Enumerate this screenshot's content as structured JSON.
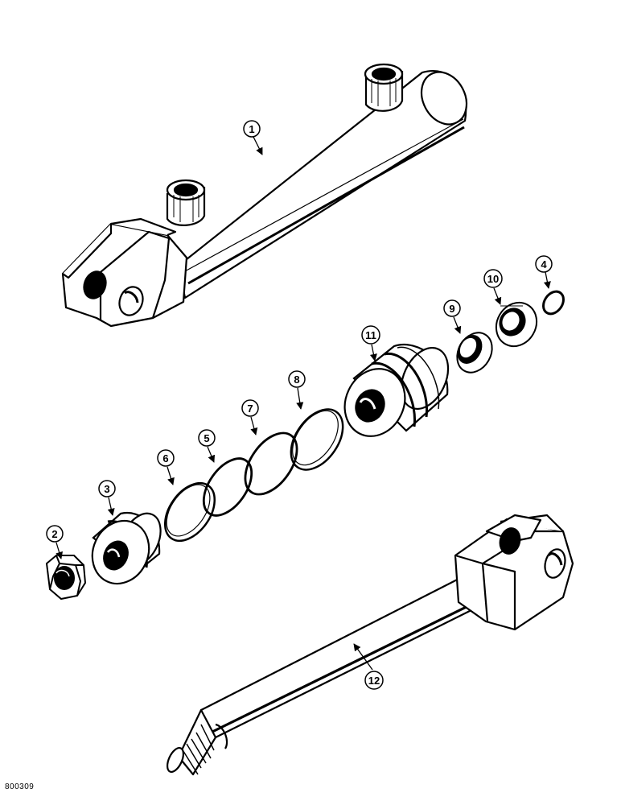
{
  "figure": {
    "id_label": "800309"
  },
  "callouts": {
    "c1": "1",
    "c2": "2",
    "c3": "3",
    "c4": "4",
    "c5": "5",
    "c6": "6",
    "c7": "7",
    "c8": "8",
    "c9": "9",
    "c10": "10",
    "c11": "11",
    "c12": "12"
  },
  "colors": {
    "line": "#000000",
    "paper": "#ffffff"
  }
}
